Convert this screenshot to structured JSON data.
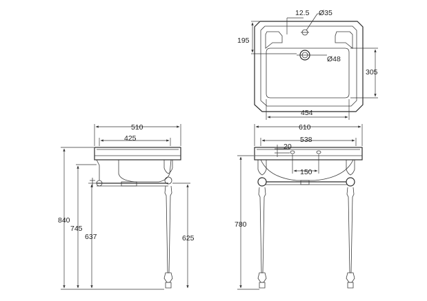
{
  "drawing": {
    "top_view": {
      "dim_tap_offset": "12.5",
      "dim_tap_hole": "Ø35",
      "dim_depth_front": "195",
      "dim_waste": "Ø48",
      "dim_bowl_depth": "305",
      "dim_bowl_width": "454"
    },
    "side_view": {
      "dim_overall_depth": "510",
      "dim_top_depth": "425",
      "dim_overall_height": "840",
      "dim_rail_height": "745",
      "dim_height_637": "637",
      "dim_leg_height": "625"
    },
    "front_view": {
      "dim_overall_width": "610",
      "dim_inner_width": "538",
      "dim_rim": "20",
      "dim_tap_spacing": "150",
      "dim_height": "780"
    }
  }
}
